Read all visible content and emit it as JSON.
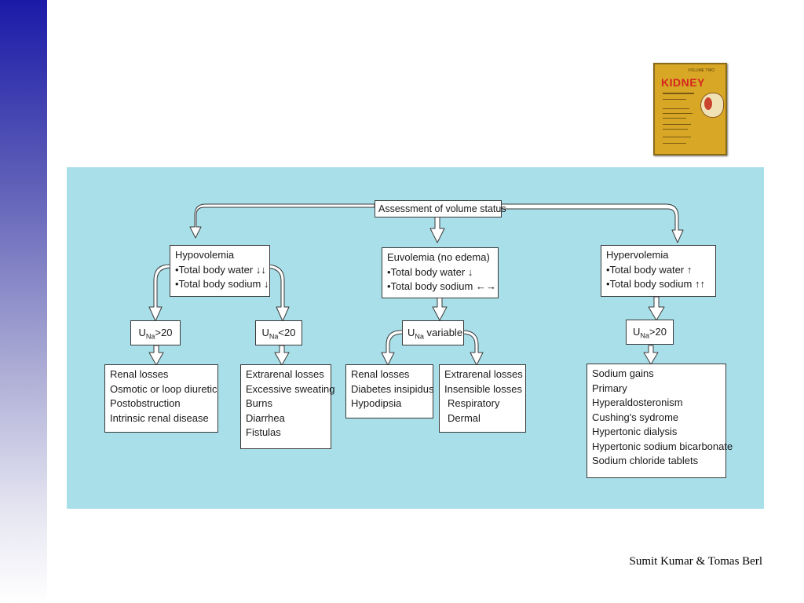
{
  "diagram": {
    "root": "Assessment of volume status",
    "hypovolemia": {
      "title": "Hypovolemia",
      "water": "•Total body water ↓↓",
      "sodium": "•Total body sodium ↓"
    },
    "euvolemia": {
      "title": "Euvolemia (no edema)",
      "water": "•Total body water ↓",
      "sodium": "•Total body sodium ←→"
    },
    "hypervolemia": {
      "title": "Hypervolemia",
      "water": "•Total body water ↑",
      "sodium": "•Total body sodium ↑↑"
    },
    "una_gt20_left": {
      "u": "U",
      "sub": "Na",
      "rest": ">20"
    },
    "una_lt20": {
      "u": "U",
      "sub": "Na",
      "rest": "<20"
    },
    "una_variable": {
      "u": "U",
      "sub": "Na",
      "rest": " variable"
    },
    "una_gt20_right": {
      "u": "U",
      "sub": "Na",
      "rest": ">20"
    },
    "renal_losses_1": [
      "Renal losses",
      "Osmotic or loop diuretic",
      "Postobstruction",
      "Intrinsic renal disease"
    ],
    "extrarenal_losses_1": [
      "Extrarenal losses",
      "Excessive sweating",
      "Burns",
      "Diarrhea",
      "Fistulas"
    ],
    "renal_losses_2": [
      "Renal losses",
      "Diabetes insipidus",
      "Hypodipsia"
    ],
    "extrarenal_losses_2": [
      "Extrarenal losses",
      "Insensible losses",
      "Respiratory",
      "Dermal"
    ],
    "sodium_gains": [
      "Sodium gains",
      "Primary",
      "Hyperaldosteronism",
      "Cushing's sydrome",
      "Hypertonic dialysis",
      "Hypertonic sodium bicarbonate",
      "Sodium chloride tablets"
    ]
  },
  "book": {
    "volume": "VOLUME TWO",
    "title": "KIDNEY"
  },
  "credit": "Sumit Kumar & Tomas Berl"
}
